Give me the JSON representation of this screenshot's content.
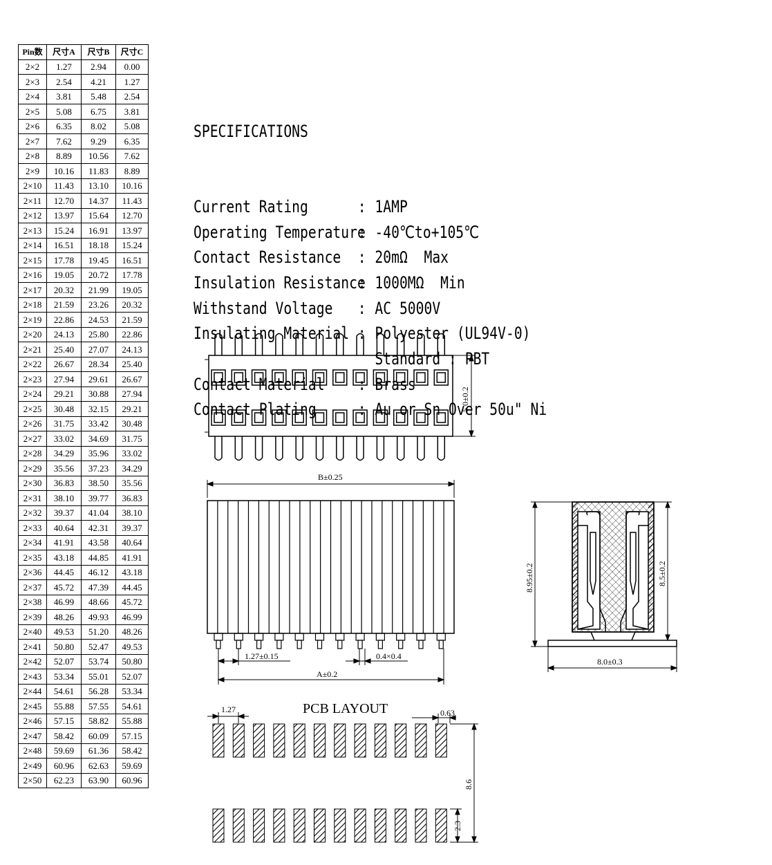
{
  "table": {
    "headers": [
      "Pin数",
      "尺寸A",
      "尺寸B",
      "尺寸C"
    ],
    "rows": [
      [
        "2×2",
        "1.27",
        "2.94",
        "0.00"
      ],
      [
        "2×3",
        "2.54",
        "4.21",
        "1.27"
      ],
      [
        "2×4",
        "3.81",
        "5.48",
        "2.54"
      ],
      [
        "2×5",
        "5.08",
        "6.75",
        "3.81"
      ],
      [
        "2×6",
        "6.35",
        "8.02",
        "5.08"
      ],
      [
        "2×7",
        "7.62",
        "9.29",
        "6.35"
      ],
      [
        "2×8",
        "8.89",
        "10.56",
        "7.62"
      ],
      [
        "2×9",
        "10.16",
        "11.83",
        "8.89"
      ],
      [
        "2×10",
        "11.43",
        "13.10",
        "10.16"
      ],
      [
        "2×11",
        "12.70",
        "14.37",
        "11.43"
      ],
      [
        "2×12",
        "13.97",
        "15.64",
        "12.70"
      ],
      [
        "2×13",
        "15.24",
        "16.91",
        "13.97"
      ],
      [
        "2×14",
        "16.51",
        "18.18",
        "15.24"
      ],
      [
        "2×15",
        "17.78",
        "19.45",
        "16.51"
      ],
      [
        "2×16",
        "19.05",
        "20.72",
        "17.78"
      ],
      [
        "2×17",
        "20.32",
        "21.99",
        "19.05"
      ],
      [
        "2×18",
        "21.59",
        "23.26",
        "20.32"
      ],
      [
        "2×19",
        "22.86",
        "24.53",
        "21.59"
      ],
      [
        "2×20",
        "24.13",
        "25.80",
        "22.86"
      ],
      [
        "2×21",
        "25.40",
        "27.07",
        "24.13"
      ],
      [
        "2×22",
        "26.67",
        "28.34",
        "25.40"
      ],
      [
        "2×23",
        "27.94",
        "29.61",
        "26.67"
      ],
      [
        "2×24",
        "29.21",
        "30.88",
        "27.94"
      ],
      [
        "2×25",
        "30.48",
        "32.15",
        "29.21"
      ],
      [
        "2×26",
        "31.75",
        "33.42",
        "30.48"
      ],
      [
        "2×27",
        "33.02",
        "34.69",
        "31.75"
      ],
      [
        "2×28",
        "34.29",
        "35.96",
        "33.02"
      ],
      [
        "2×29",
        "35.56",
        "37.23",
        "34.29"
      ],
      [
        "2×30",
        "36.83",
        "38.50",
        "35.56"
      ],
      [
        "2×31",
        "38.10",
        "39.77",
        "36.83"
      ],
      [
        "2×32",
        "39.37",
        "41.04",
        "38.10"
      ],
      [
        "2×33",
        "40.64",
        "42.31",
        "39.37"
      ],
      [
        "2×34",
        "41.91",
        "43.58",
        "40.64"
      ],
      [
        "2×35",
        "43.18",
        "44.85",
        "41.91"
      ],
      [
        "2×36",
        "44.45",
        "46.12",
        "43.18"
      ],
      [
        "2×37",
        "45.72",
        "47.39",
        "44.45"
      ],
      [
        "2×38",
        "46.99",
        "48.66",
        "45.72"
      ],
      [
        "2×39",
        "48.26",
        "49.93",
        "46.99"
      ],
      [
        "2×40",
        "49.53",
        "51.20",
        "48.26"
      ],
      [
        "2×41",
        "50.80",
        "52.47",
        "49.53"
      ],
      [
        "2×42",
        "52.07",
        "53.74",
        "50.80"
      ],
      [
        "2×43",
        "53.34",
        "55.01",
        "52.07"
      ],
      [
        "2×44",
        "54.61",
        "56.28",
        "53.34"
      ],
      [
        "2×45",
        "55.88",
        "57.55",
        "54.61"
      ],
      [
        "2×46",
        "57.15",
        "58.82",
        "55.88"
      ],
      [
        "2×47",
        "58.42",
        "60.09",
        "57.15"
      ],
      [
        "2×48",
        "59.69",
        "61.36",
        "58.42"
      ],
      [
        "2×49",
        "60.96",
        "62.63",
        "59.69"
      ],
      [
        "2×50",
        "62.23",
        "63.90",
        "60.96"
      ]
    ]
  },
  "specs": {
    "title": "SPECIFICATIONS",
    "items": [
      {
        "label": "Current Rating",
        "value": "1AMP"
      },
      {
        "label": "Operating Temperature",
        "value": "-40℃to+105℃"
      },
      {
        "label": "Contact Resistance",
        "value": "20mΩ  Max"
      },
      {
        "label": "Insulation Resistance",
        "value": "1000MΩ  Min"
      },
      {
        "label": "Withstand Voltage",
        "value": "AC 5000V"
      },
      {
        "label": "Insulating Material",
        "value": "Polyester (UL94V-0)"
      },
      {
        "label": "",
        "value": "Standard : PBT"
      },
      {
        "label": "Contact Material",
        "value": "Brass"
      },
      {
        "label": "Contact Plating",
        "value": "Au or Sn Over 50u\" Ni"
      }
    ]
  },
  "drawing": {
    "dim_height_top": "5.0±0.2",
    "dim_b": "B±0.25",
    "dim_pitch": "1.27±0.15",
    "dim_pin": "0.4×0.4",
    "dim_a": "A±0.2",
    "side_total_height": "8.95±0.2",
    "side_body_height": "8.5±0.2",
    "side_width": "8.0±0.3",
    "pcb_title": "PCB LAYOUT",
    "pcb_pitch": "1.27",
    "pcb_pad_width": "0.63",
    "pcb_row_span": "8.6",
    "pcb_pad_length": "2.3"
  }
}
